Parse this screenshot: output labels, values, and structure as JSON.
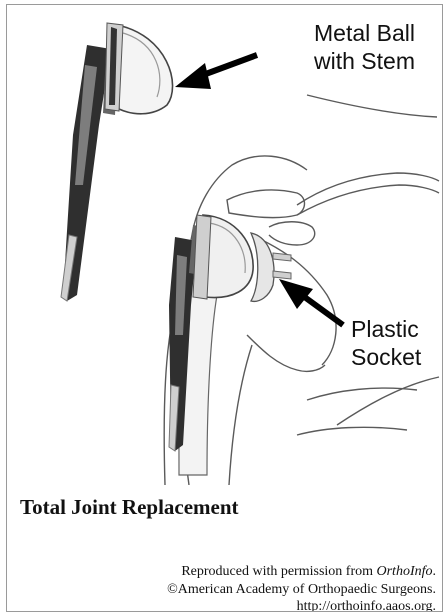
{
  "labels": {
    "metal_ball_line1": "Metal Ball",
    "metal_ball_line2": "with Stem",
    "plastic_socket_line1": "Plastic",
    "plastic_socket_line2": "Socket"
  },
  "caption": {
    "title": "Total Joint Replacement",
    "credit_prefix": "Reproduced with permission from ",
    "credit_source": "OrthoInfo",
    "credit_suffix": ".",
    "credit_line2": "©American Academy of Orthopaedic Surgeons.",
    "credit_line3": "http://orthoinfo.aaos.org."
  }
}
